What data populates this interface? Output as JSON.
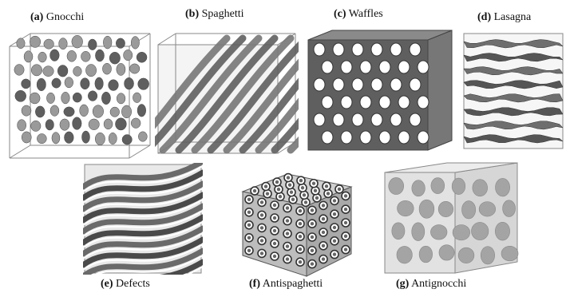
{
  "figure": {
    "panels": [
      {
        "key": "a",
        "tag": "(a)",
        "label": "Gnocchi",
        "morphology": "isolated-blobs"
      },
      {
        "key": "b",
        "tag": "(b)",
        "label": "Spaghetti",
        "morphology": "parallel-tubes"
      },
      {
        "key": "c",
        "tag": "(c)",
        "label": "Waffles",
        "morphology": "perforated-sheets"
      },
      {
        "key": "d",
        "tag": "(d)",
        "label": "Lasagna",
        "morphology": "stacked-layers"
      },
      {
        "key": "e",
        "tag": "(e)",
        "label": "Defects",
        "morphology": "distorted-strands"
      },
      {
        "key": "f",
        "tag": "(f)",
        "label": "Antispaghetti",
        "morphology": "hole-lattice"
      },
      {
        "key": "g",
        "tag": "(g)",
        "label": "Antignocchi",
        "morphology": "isolated-voids"
      }
    ]
  },
  "colors": {
    "shading": "#5f5f5f",
    "shading_light": "#9a9a9a",
    "void": "#ffffff",
    "box_edge": "#888888"
  }
}
